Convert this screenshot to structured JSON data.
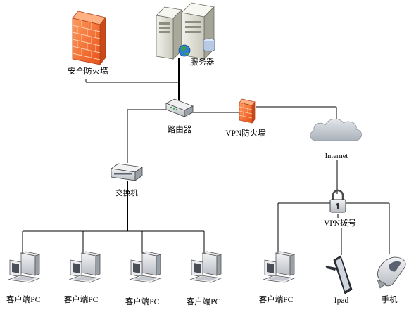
{
  "labels": {
    "firewall": "安全防火墙",
    "server": "服务器",
    "router": "路由器",
    "vpn_firewall": "VPN防火墙",
    "internet": "Internet",
    "switch": "交换机",
    "vpn_dial": "VPN拨号",
    "client_pc": "客户端PC",
    "ipad": "Ipad",
    "phone": "手机"
  },
  "icons": {
    "firewall": "brick-firewall-icon",
    "server": "server-tower-icon",
    "router": "router-icon",
    "cloud": "cloud-icon",
    "switch": "switch-icon",
    "lock": "padlock-icon",
    "pc": "desktop-pc-icon",
    "tablet": "tablet-icon",
    "phone": "mobile-phone-icon"
  },
  "colors": {
    "firewall_orange": "#f2672a",
    "cloud_gray": "#c8cdd3",
    "device_gray": "#d9dce0",
    "line": "#000000"
  }
}
